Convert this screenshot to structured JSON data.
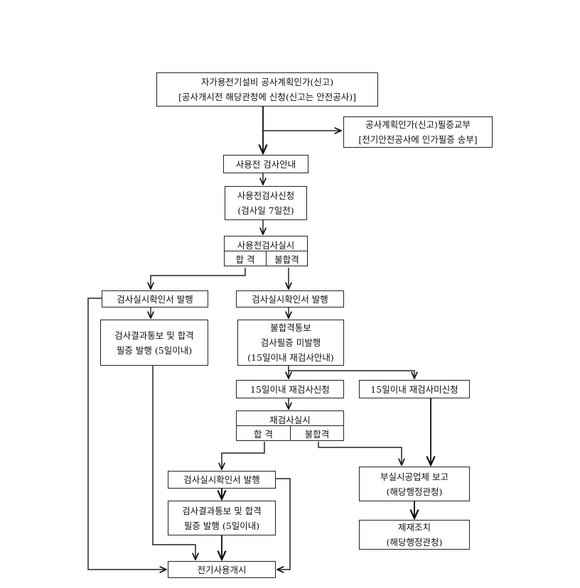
{
  "nodes": {
    "plan_approval": [
      "자가용전기설비 공사계획인가(신고)",
      "[공사개시전 해당관청에 신청(신고는 안전공사)]"
    ],
    "certificate_issue": [
      "공사계획인가(신고)필증교부",
      "[전기안전공사에 인가필증 송부]"
    ],
    "pre_use_guide": [
      "사용전 검사안내"
    ],
    "pre_use_request": [
      "사용전검사신청",
      "(검사일 7일전)"
    ],
    "inspection": {
      "title": "사용전검사실시",
      "pass": "합 격",
      "fail": "불합격"
    },
    "confirm_left": [
      "검사실시확인서 발행"
    ],
    "result_left": [
      "검사결과통보 및 합격",
      "필증 발행 (5일이내)"
    ],
    "confirm_mid": [
      "검사실시확인서 발행"
    ],
    "fail_notice": [
      "불합격통보",
      "검사필증 미발행",
      "(15일이내 재검사안내)"
    ],
    "reinspect_request": [
      "15일이내 재검사신청"
    ],
    "reinspect_not_request": [
      "15일이내 재검사미신청"
    ],
    "reinspection": {
      "title": "재검사실시",
      "pass": "합 격",
      "fail": "불합격"
    },
    "confirm_bottom": [
      "검사실시확인서 발행"
    ],
    "result_bottom": [
      "검사결과통보 및 합격",
      "필증 발행 (5일이내)"
    ],
    "defect_report": [
      "부실시공업체 보고",
      "(해당행정관청)"
    ],
    "sanction": [
      "제재조치",
      "(해당행정관청)"
    ],
    "start_use": [
      "전기사용개시"
    ]
  }
}
